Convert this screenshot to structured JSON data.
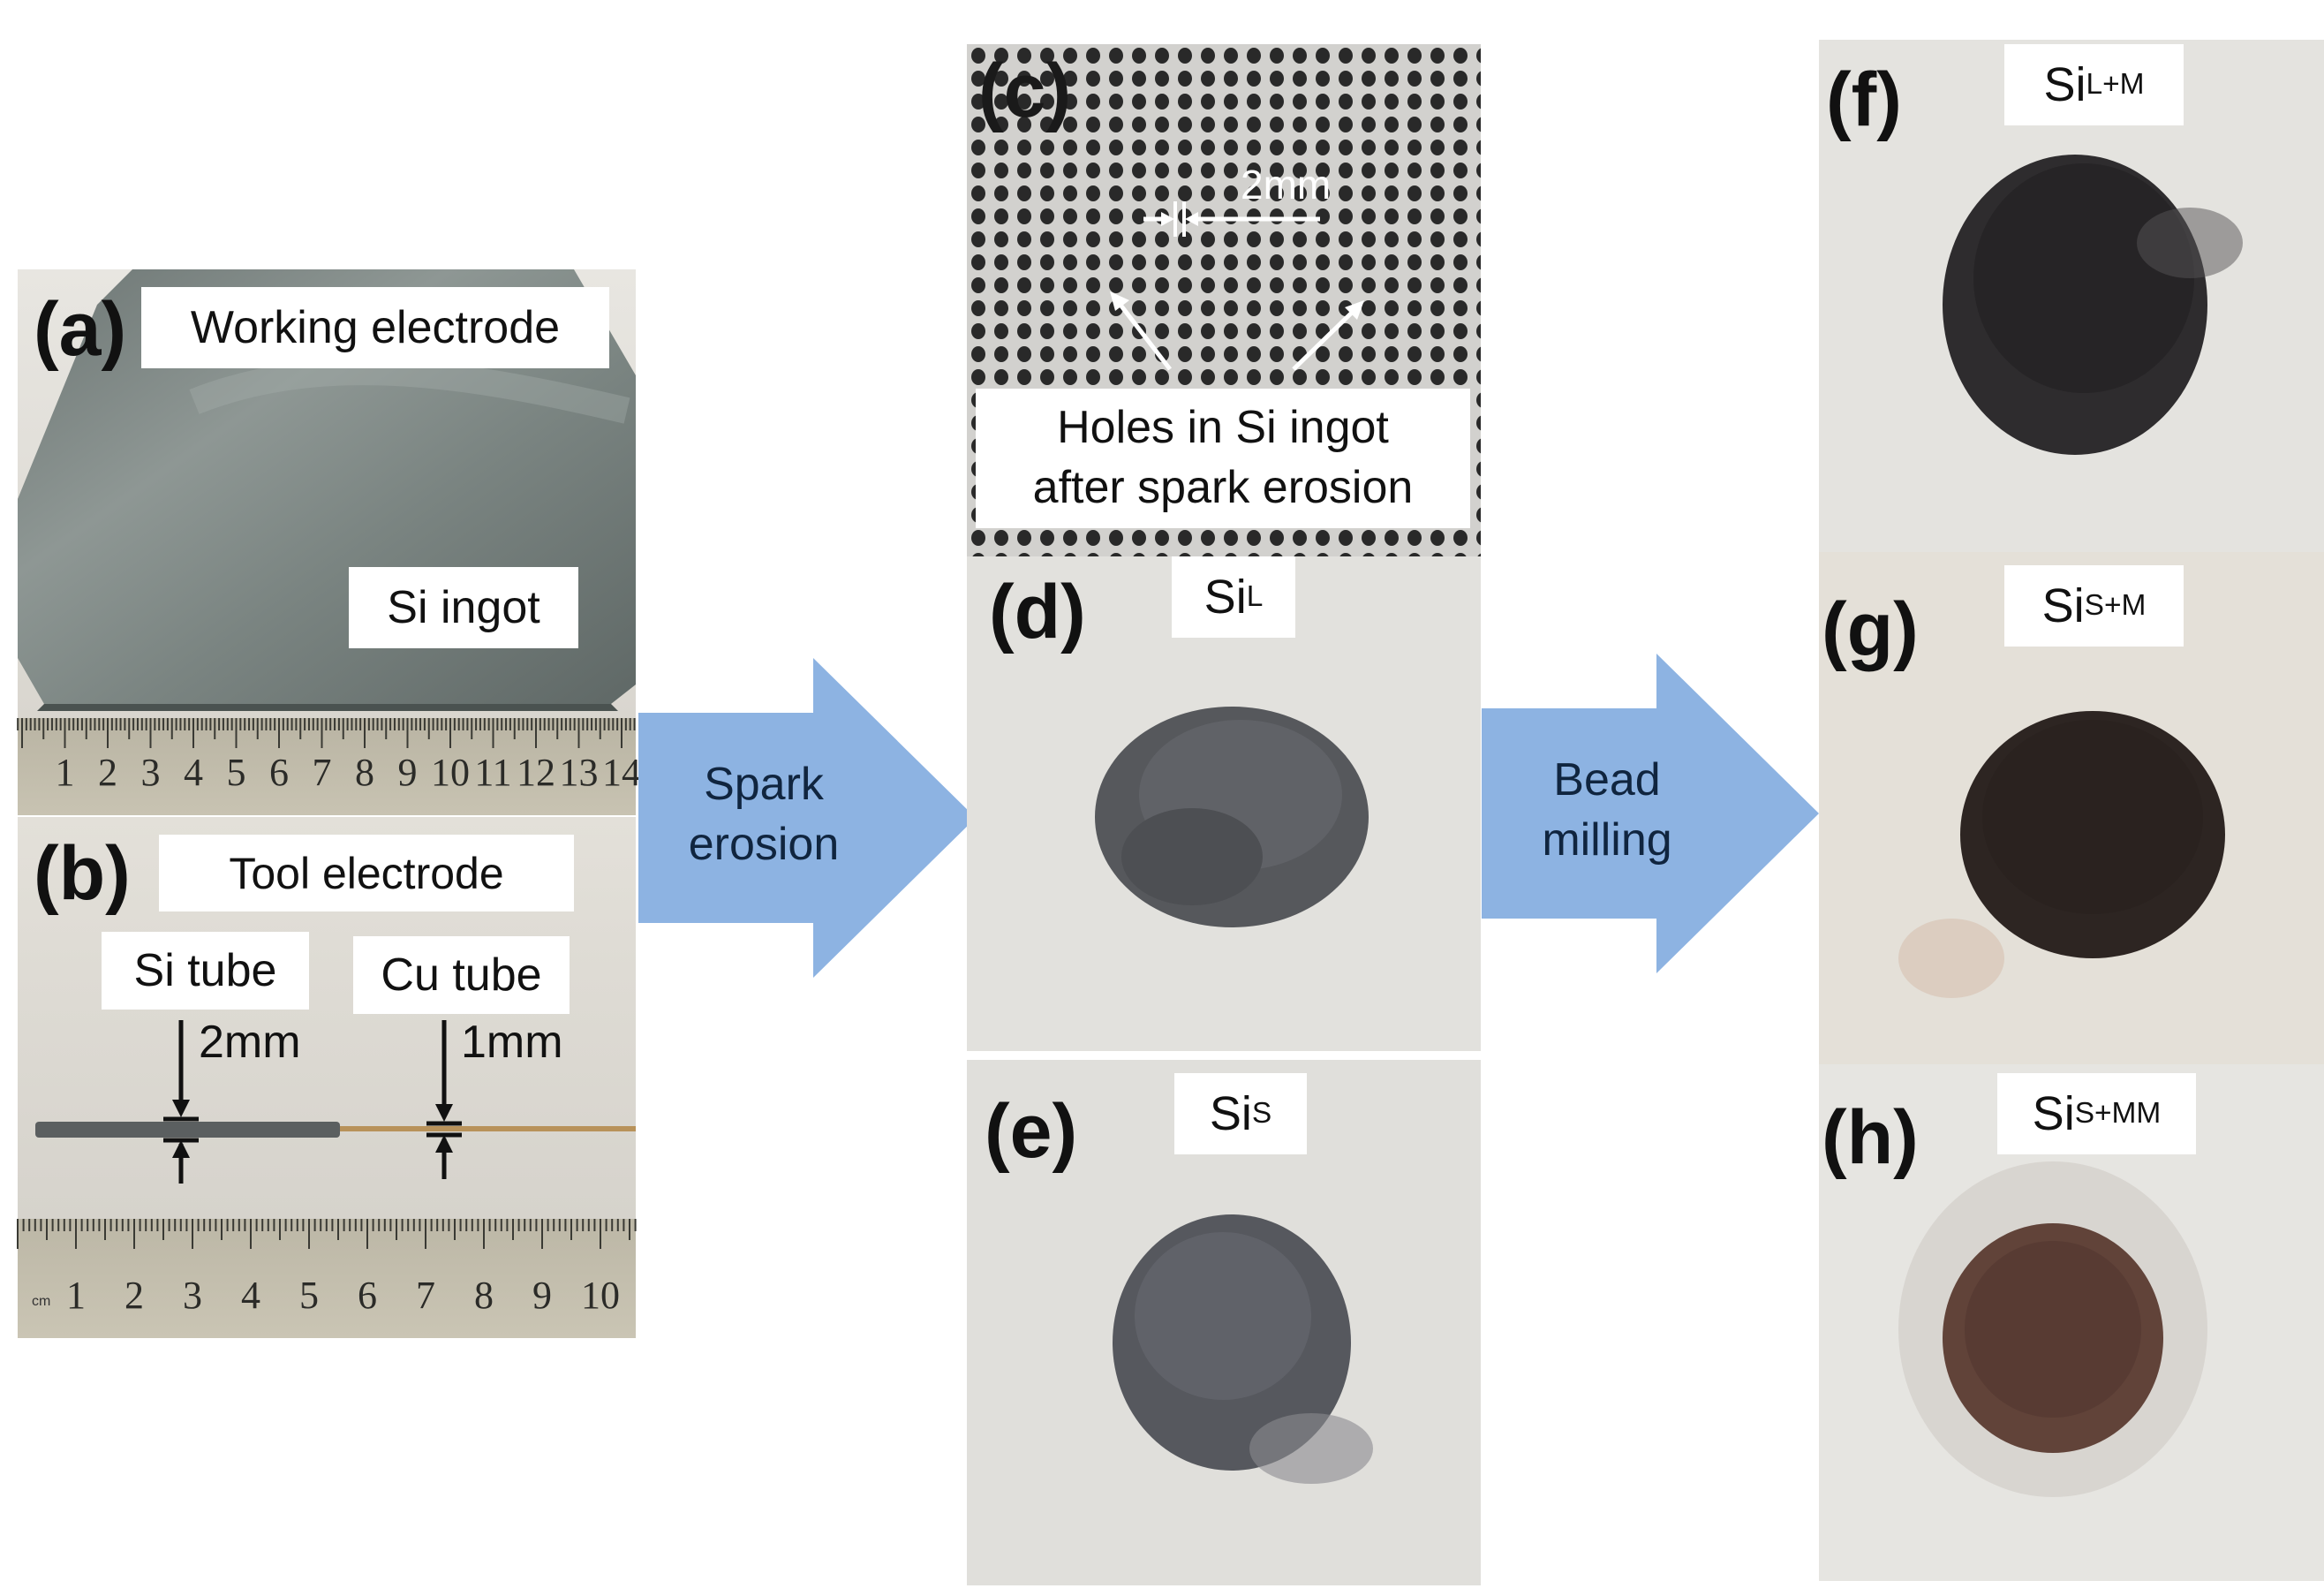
{
  "panels": {
    "a": {
      "letter": "(a)",
      "title": "Working electrode",
      "sample": "Si ingot"
    },
    "b": {
      "letter": "(b)",
      "title": "Tool electrode",
      "si_tube": "Si tube",
      "cu_tube": "Cu tube",
      "si_dim": "2mm",
      "cu_dim": "1mm"
    },
    "c": {
      "letter": "(c)",
      "dim": "2mm",
      "caption_line1": "Holes in Si ingot",
      "caption_line2": "after spark erosion"
    },
    "d": {
      "letter": "(d)",
      "label_main": "Si",
      "label_sub": "L"
    },
    "e": {
      "letter": "(e)",
      "label_main": "Si",
      "label_sub": "S"
    },
    "f": {
      "letter": "(f)",
      "label_main": "Si",
      "label_sub": "L+M"
    },
    "g": {
      "letter": "(g)",
      "label_main": "Si",
      "label_sub": "S+M"
    },
    "h": {
      "letter": "(h)",
      "label_main": "Si",
      "label_sub": "S+MM"
    }
  },
  "arrows": {
    "spark": {
      "line1": "Spark",
      "line2": "erosion"
    },
    "bead": {
      "line1": "Bead",
      "line2": "milling"
    }
  },
  "rulers": {
    "top": {
      "ticks": [
        "1",
        "2",
        "3",
        "4",
        "5",
        "6",
        "7",
        "8",
        "9",
        "10",
        "11",
        "12",
        "13",
        "14"
      ]
    },
    "bottom": {
      "unit": "cm",
      "ticks": [
        "1",
        "2",
        "3",
        "4",
        "5",
        "6",
        "7",
        "8",
        "9",
        "10"
      ]
    }
  },
  "colors": {
    "arrow_fill": "#8db3e2",
    "arrow_text": "#10253f"
  }
}
